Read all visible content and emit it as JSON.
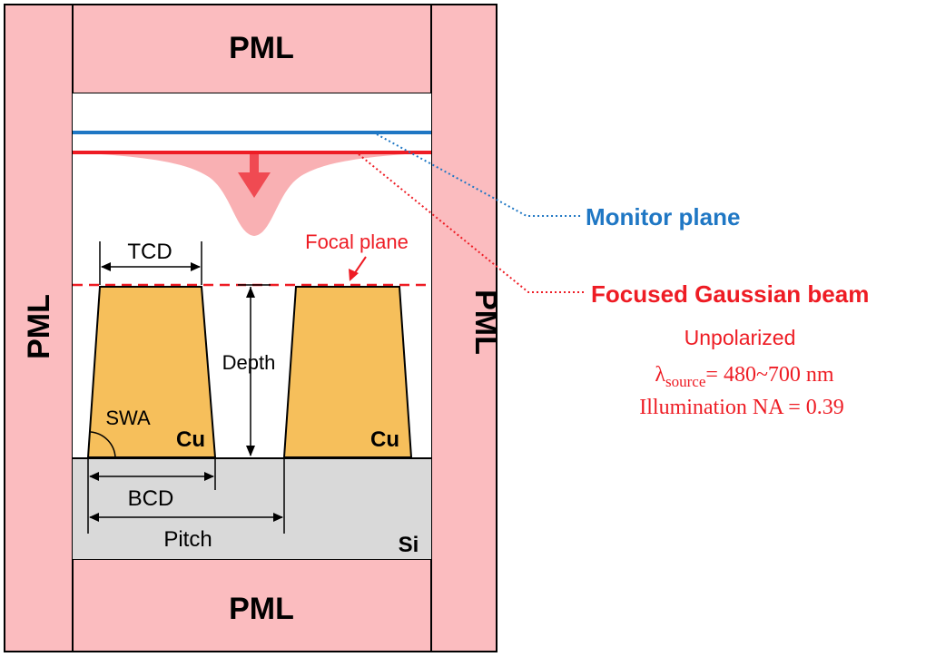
{
  "regions": {
    "pml_top": "PML",
    "pml_bottom": "PML",
    "pml_left": "PML",
    "pml_right": "PML",
    "material_left": "Cu",
    "material_right": "Cu",
    "substrate": "Si"
  },
  "dimensions": {
    "tcd": "TCD",
    "bcd": "BCD",
    "pitch": "Pitch",
    "depth": "Depth",
    "swa": "SWA"
  },
  "labels": {
    "focal_plane": "Focal plane",
    "monitor_plane": "Monitor plane",
    "gaussian_beam": "Focused Gaussian beam",
    "unpolarized": "Unpolarized",
    "lambda_symbol": "λ",
    "lambda_subscript": "source",
    "lambda_value": "= 480~700 nm",
    "illumination": "Illumination NA = 0.39"
  },
  "colors": {
    "pml_fill": "#fbbcbf",
    "cu_fill": "#f6bf5b",
    "si_fill": "#d9d9d9",
    "monitor_blue": "#1f77c4",
    "beam_red": "#ee1c24",
    "beam_fill": "#f7a1a5",
    "beam_arrow": "#f04a52",
    "outline": "#000000"
  }
}
